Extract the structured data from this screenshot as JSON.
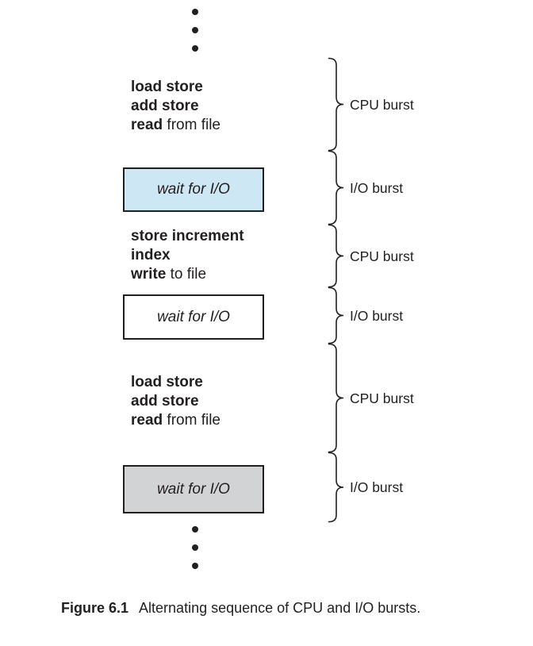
{
  "colors": {
    "ink": "#231f20",
    "io_wait_box_blue": "#cde7f5",
    "io_wait_box_white": "#ffffff",
    "io_wait_box_gray": "#d2d3d4"
  },
  "icons": {
    "top_ellipsis": "vertical-ellipsis",
    "bottom_ellipsis": "vertical-ellipsis"
  },
  "code_blocks": [
    {
      "lines": [
        [
          {
            "text": "load store",
            "bold": true
          }
        ],
        [
          {
            "text": "add store",
            "bold": true
          }
        ],
        [
          {
            "text": "read",
            "bold": true
          },
          {
            "text": " from file",
            "bold": false
          }
        ]
      ]
    },
    {
      "lines": [
        [
          {
            "text": "store increment",
            "bold": true
          }
        ],
        [
          {
            "text": "index",
            "bold": true
          }
        ],
        [
          {
            "text": "write",
            "bold": true
          },
          {
            "text": " to file",
            "bold": false
          }
        ]
      ]
    },
    {
      "lines": [
        [
          {
            "text": "load store",
            "bold": true
          }
        ],
        [
          {
            "text": "add store",
            "bold": true
          }
        ],
        [
          {
            "text": "read",
            "bold": true
          },
          {
            "text": " from file",
            "bold": false
          }
        ]
      ]
    }
  ],
  "wait_boxes": [
    {
      "label": "wait for I/O",
      "fill": "#cde7f5"
    },
    {
      "label": "wait for I/O",
      "fill": "#ffffff"
    },
    {
      "label": "wait for I/O",
      "fill": "#d2d3d4"
    }
  ],
  "brace_labels": [
    "CPU burst",
    "I/O burst",
    "CPU burst",
    "I/O burst",
    "CPU burst",
    "I/O burst"
  ],
  "caption": {
    "label": "Figure 6.1",
    "text": "Alternating sequence of CPU and I/O bursts."
  }
}
